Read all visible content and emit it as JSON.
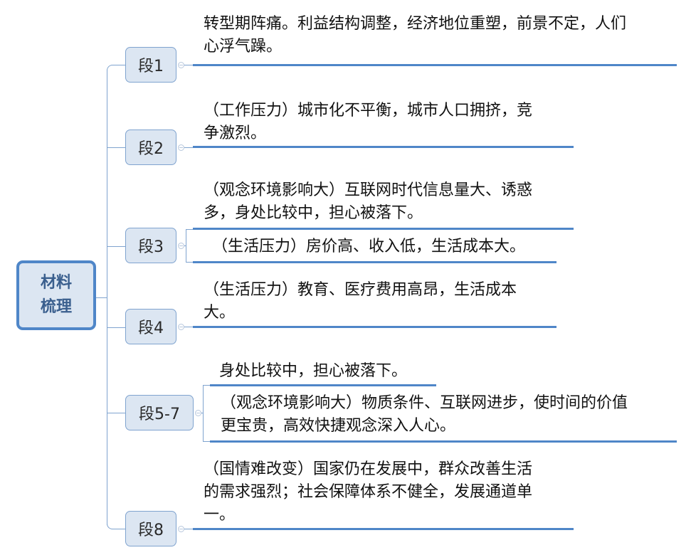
{
  "root": {
    "label_line1": "材料",
    "label_line2": "梳理"
  },
  "branches": [
    {
      "label": "段1",
      "topics": [
        {
          "text": "转型期阵痛。利益结构调整，经济地位重塑，前景不定，人们\n心浮气躁。"
        }
      ]
    },
    {
      "label": "段2",
      "topics": [
        {
          "text": "（工作压力）城市化不平衡，城市人口拥挤，竞\n争激烈。"
        }
      ]
    },
    {
      "label": "段3",
      "topics": [
        {
          "text": "（观念环境影响大）互联网时代信息量大、诱惑\n多，身处比较中，担心被落下。"
        },
        {
          "text": "（生活压力）房价高、收入低，生活成本大。"
        }
      ]
    },
    {
      "label": "段4",
      "topics": [
        {
          "text": "（生活压力）教育、医疗费用高昂，生活成本\n大。"
        }
      ]
    },
    {
      "label": "段5-7",
      "topics": [
        {
          "text": "身处比较中，担心被落下。"
        },
        {
          "text": "（观念环境影响大）物质条件、互联网进步，使时间的价值\n更宝贵，高效快捷观念深入人心。"
        }
      ]
    },
    {
      "label": "段8",
      "topics": [
        {
          "text": "（国情难改变）国家仍在发展中，群众改善生活\n的需求强烈；社会保障体系不健全，发展通道单\n一。"
        }
      ]
    }
  ],
  "colors": {
    "accent": "#4f86c8",
    "node_fill": "#dce6f2",
    "connector": "#7fa3cf",
    "root_text": "#3a5f8e"
  }
}
